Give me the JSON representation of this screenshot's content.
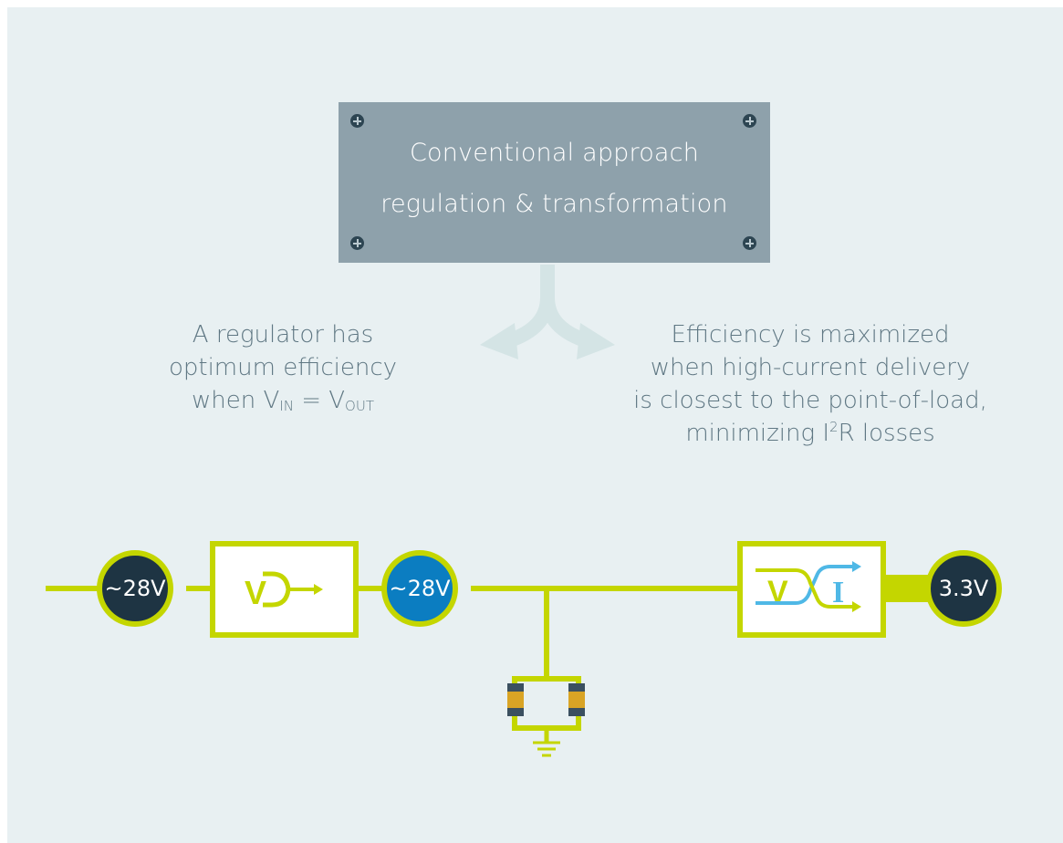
{
  "title": {
    "line1": "Conventional approach",
    "line2": "regulation & transformation"
  },
  "left_note": {
    "line1": "A regulator has",
    "line2": "optimum efficiency",
    "line3_prefix": "when V",
    "line3_sub_in": "IN",
    "line3_mid": " = V",
    "line3_sub_out": "OUT"
  },
  "right_note": {
    "line1": "Efficiency is maximized",
    "line2": "when high-current delivery",
    "line3": "is closest to the point-of-load,",
    "line4_prefix": "minimizing I",
    "line4_sup": "2",
    "line4_suffix": "R losses"
  },
  "circuit": {
    "input_voltage": "~28V",
    "bus_voltage": "~28V",
    "output_voltage": "3.3V",
    "regulator_symbol": "V",
    "transformer_symbol_v": "V",
    "transformer_symbol_i": "I"
  },
  "icons": [
    "screw-icon",
    "fork-arrow-icon",
    "regulator-icon",
    "transformer-icon",
    "capacitor-icon",
    "ground-icon"
  ],
  "colors": {
    "background": "#e8f0f2",
    "title_box": "#8ea1ab",
    "accent_green": "#c4d600",
    "dark_node": "#1e3443",
    "blue_node": "#0b7dc1",
    "current_blue": "#4fb8e6",
    "text_gray": "#5f7783"
  }
}
